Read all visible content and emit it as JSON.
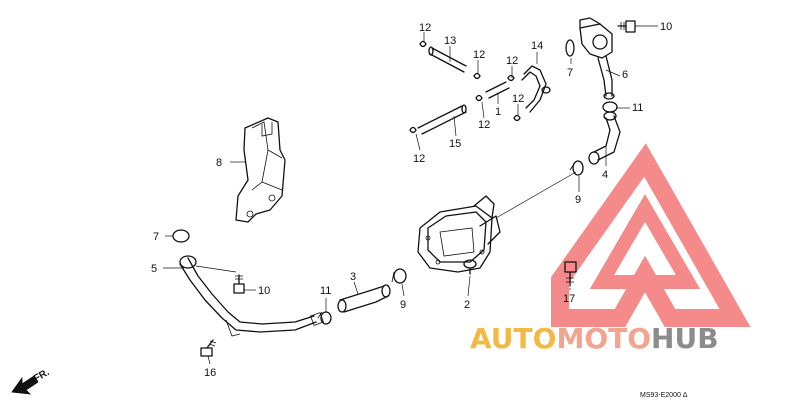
{
  "diagram": {
    "callouts": [
      {
        "id": "c-12a",
        "text": "12"
      },
      {
        "id": "c-13",
        "text": "13"
      },
      {
        "id": "c-12b",
        "text": "12"
      },
      {
        "id": "c-12c",
        "text": "12"
      },
      {
        "id": "c-14",
        "text": "14"
      },
      {
        "id": "c-1",
        "text": "1"
      },
      {
        "id": "c-12d",
        "text": "12"
      },
      {
        "id": "c-12e",
        "text": "12"
      },
      {
        "id": "c-15",
        "text": "15"
      },
      {
        "id": "c-12f",
        "text": "12"
      },
      {
        "id": "c-10a",
        "text": "10"
      },
      {
        "id": "c-7a",
        "text": "7"
      },
      {
        "id": "c-6",
        "text": "6"
      },
      {
        "id": "c-11a",
        "text": "11"
      },
      {
        "id": "c-4",
        "text": "4"
      },
      {
        "id": "c-9a",
        "text": "9"
      },
      {
        "id": "c-8",
        "text": "8"
      },
      {
        "id": "c-7b",
        "text": "7"
      },
      {
        "id": "c-5",
        "text": "5"
      },
      {
        "id": "c-10b",
        "text": "10"
      },
      {
        "id": "c-3",
        "text": "3"
      },
      {
        "id": "c-11b",
        "text": "11"
      },
      {
        "id": "c-9b",
        "text": "9"
      },
      {
        "id": "c-2",
        "text": "2"
      },
      {
        "id": "c-17",
        "text": "17"
      },
      {
        "id": "c-16",
        "text": "16"
      }
    ],
    "direction_label": "FR.",
    "drawing_code": "MS93-E2000 Δ"
  },
  "watermark": {
    "part1": "AUTO",
    "part2": "MOTO",
    "part3": "HUB",
    "colors": {
      "auto": "#f2b945",
      "moto": "#f2a48e",
      "hub": "#8c8c8c",
      "triangle": "#f15a5a"
    }
  }
}
